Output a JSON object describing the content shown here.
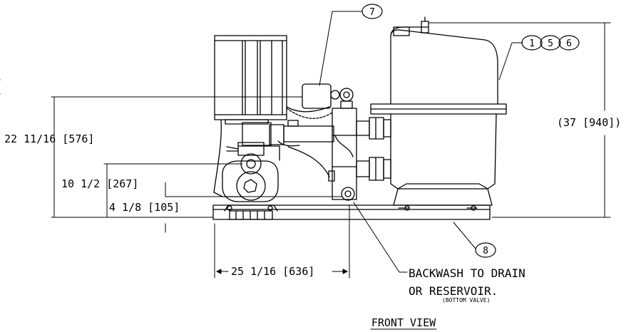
{
  "dimensions": {
    "d_22": "22 11/16 [576]",
    "d_10": "10 1/2 [267]",
    "d_4": "4 1/8 [105]",
    "d_25": "25 1/16 [636]",
    "d_37": "(37 [940])"
  },
  "callouts": {
    "c7": "7",
    "c1": "1",
    "c5": "5",
    "c6": "6",
    "c8": "8"
  },
  "notes": {
    "backwash_line1": "BACKWASH TO DRAIN",
    "backwash_line2": "OR RESERVOIR.",
    "backwash_sub": "(BOTTOM VALVE)"
  },
  "view_title": "FRONT VIEW",
  "colors": {
    "ink": "#000000",
    "background": "#ffffff"
  }
}
